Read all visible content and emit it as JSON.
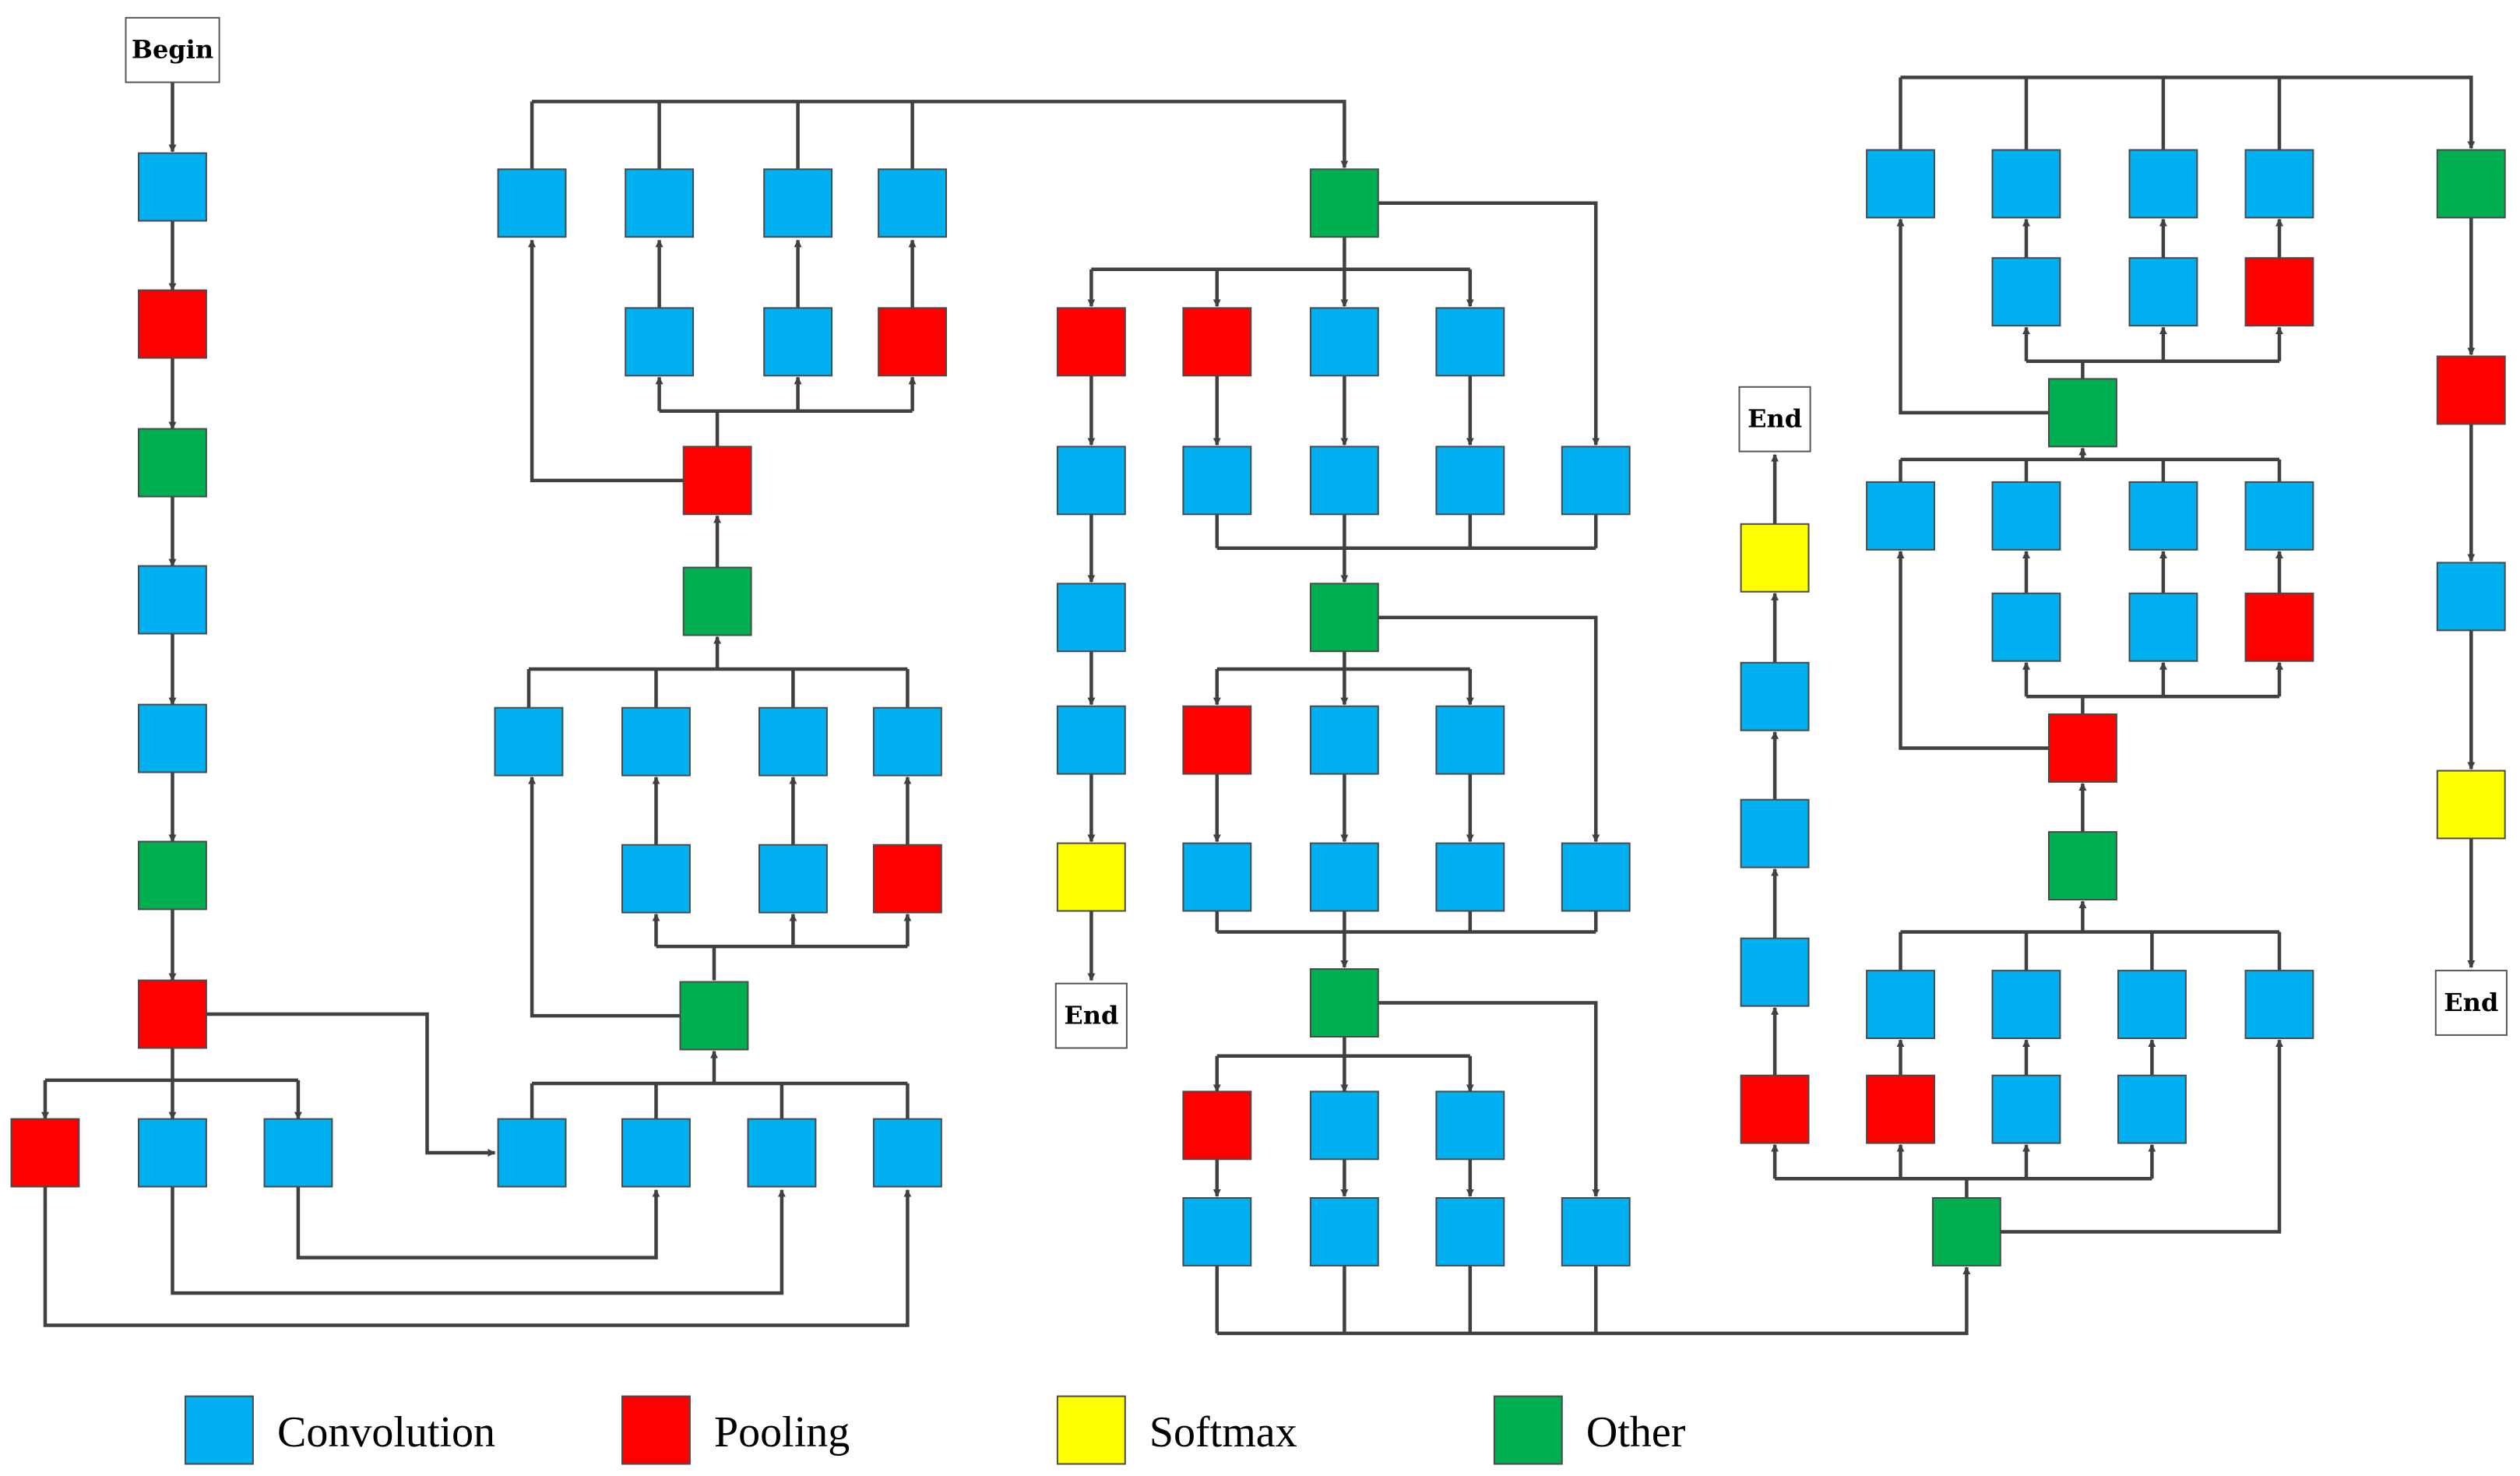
{
  "colors": {
    "convolution": "#00b0f0",
    "pooling": "#ff0000",
    "softmax": "#ffff00",
    "other": "#00b050",
    "edge": "#404040"
  },
  "terminals": {
    "begin": "Begin",
    "end": "End"
  },
  "legend": [
    {
      "key": "convolution",
      "label": "Convolution"
    },
    {
      "key": "pooling",
      "label": "Pooling"
    },
    {
      "key": "softmax",
      "label": "Softmax"
    },
    {
      "key": "other",
      "label": "Other"
    }
  ],
  "node_sequence": "C P O C C O P | P C C | C C C C C C P C C C O | C C C C C C P C C C P O | O P P C C C C C C C C C C S | O P C C C P C C C C O | C C C C O P C C C C C C O | C C C C P C C C C C | P P C C C C C C C C S | C C C C O C C C C C P C C O P C C C C C C P O P C S"
}
